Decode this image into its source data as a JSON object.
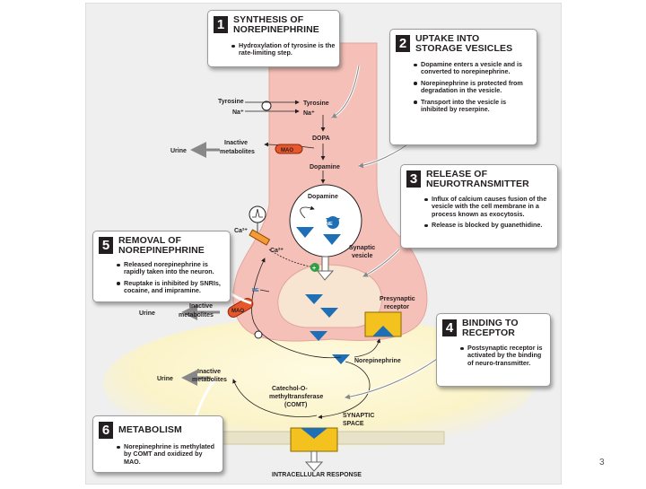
{
  "callouts": {
    "c1": {
      "num": "1",
      "title_1": "SYNTHESIS OF",
      "title_2": "NOREPINEPHRINE",
      "bullets": [
        "Hydroxylation of tyrosine is the rate-limiting step."
      ]
    },
    "c2": {
      "num": "2",
      "title_1": "UPTAKE INTO",
      "title_2": "STORAGE VESICLES",
      "bullets": [
        "Dopamine enters a vesicle and is converted to norepinephrine.",
        "Norepinephrine is protected from degradation in the vesicle.",
        "Transport into the vesicle is inhibited by reserpine."
      ]
    },
    "c3": {
      "num": "3",
      "title_1": "RELEASE OF",
      "title_2": "NEUROTRANSMITTER",
      "bullets": [
        "Influx of calcium causes fusion of the vesicle with the cell membrane in a process known as exocytosis.",
        "Release is blocked by guanethidine."
      ]
    },
    "c4": {
      "num": "4",
      "title_1": "BINDING TO",
      "title_2": "RECEPTOR",
      "bullets": [
        "Postsynaptic receptor is activated by the binding of neuro-transmitter."
      ]
    },
    "c5": {
      "num": "5",
      "title_1": "REMOVAL OF",
      "title_2": "NOREPINEPHRINE",
      "bullets": [
        "Released norepinephrine is rapidly taken into the neuron.",
        "Reuptake is inhibited by SNRIs, cocaine, and imipramine."
      ]
    },
    "c6": {
      "num": "6",
      "title_1": "METABOLISM",
      "title_2": "",
      "bullets": [
        "Norepinephrine is methylated by COMT and oxidized by MAO."
      ]
    }
  },
  "labels": {
    "tyrosine_out": "Tyrosine",
    "na_out": "Na⁺",
    "tyrosine_in": "Tyrosine",
    "na_in": "Na⁺",
    "dopa": "DOPA",
    "dopamine": "Dopamine",
    "vesicle_dopamine": "Dopamine",
    "mao_top": "MAO",
    "inactive_1": "Inactive",
    "metabolites_1": "metabolites",
    "urine_1": "Urine",
    "ca_out": "Ca²⁺",
    "ca_in": "Ca²⁺",
    "ne_vesicle": "NE",
    "synaptic_1": "Synaptic",
    "vesicle_word": "vesicle",
    "presynaptic_1": "Presynaptic",
    "receptor_word": "receptor",
    "ne_reuptake": "NE",
    "mao_bottom": "MAO",
    "inactive_2": "Inactive",
    "metabolites_2": "metabolites",
    "urine_2": "Urine",
    "norepinephrine": "Norepinephrine",
    "catechol_1": "Catechol-O-",
    "catechol_2": "methyltransferase",
    "catechol_3": "(COMT)",
    "inactive_3": "Inactive",
    "metabolites_3": "metabolites",
    "urine_3": "Urine",
    "synaptic_space_1": "SYNAPTIC",
    "synaptic_space_2": "SPACE",
    "intracellular": "INTRACELLULAR RESPONSE",
    "plus": "+"
  },
  "slide_number": "3",
  "colors": {
    "neuron": "#f5c0b8",
    "neuron_edge": "#e3a59b",
    "synapse_glow": "#fbf3c8",
    "receptor": "#f4c21f",
    "ne_blue": "#1f6fb6",
    "bg_panel": "#efefef",
    "dark": "#231f20",
    "mao": "#e8572b",
    "plus_green": "#2f9e44"
  }
}
